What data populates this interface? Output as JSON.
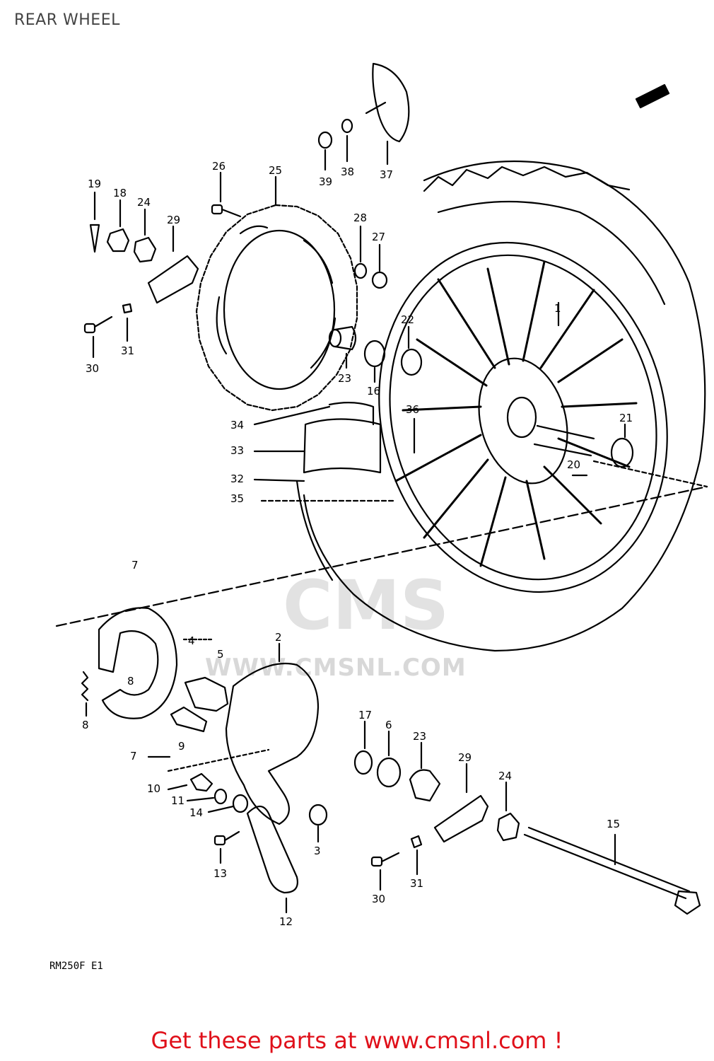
{
  "title": "REAR WHEEL",
  "model_code": "RM250F  E1",
  "footer": "Get these parts at www.cmsnl.com !",
  "watermark": {
    "logo": "CMS",
    "url": "WWW.CMSNL.COM"
  },
  "colors": {
    "footer": "#e0101a",
    "title": "#444444",
    "linework": "#000000",
    "watermark": "#d8d8d8"
  },
  "callouts": {
    "c1": "1",
    "c2": "2",
    "c3": "3",
    "c4": "4",
    "c5": "5",
    "c6": "6",
    "c7": "7",
    "c7b": "7",
    "c8": "8",
    "c8b": "8",
    "c9": "9",
    "c10": "10",
    "c11": "11",
    "c12": "12",
    "c13": "13",
    "c14": "14",
    "c15": "15",
    "c16": "16",
    "c17": "17",
    "c18": "18",
    "c19": "19",
    "c20": "20",
    "c21": "21",
    "c22": "22",
    "c23": "23",
    "c23b": "23",
    "c24": "24",
    "c24b": "24",
    "c25": "25",
    "c26": "26",
    "c27": "27",
    "c28": "28",
    "c29": "29",
    "c29b": "29",
    "c30": "30",
    "c30b": "30",
    "c31": "31",
    "c31b": "31",
    "c32": "32",
    "c33": "33",
    "c34": "34",
    "c35": "35",
    "c36": "36",
    "c37": "37",
    "c38": "38",
    "c39": "39"
  }
}
